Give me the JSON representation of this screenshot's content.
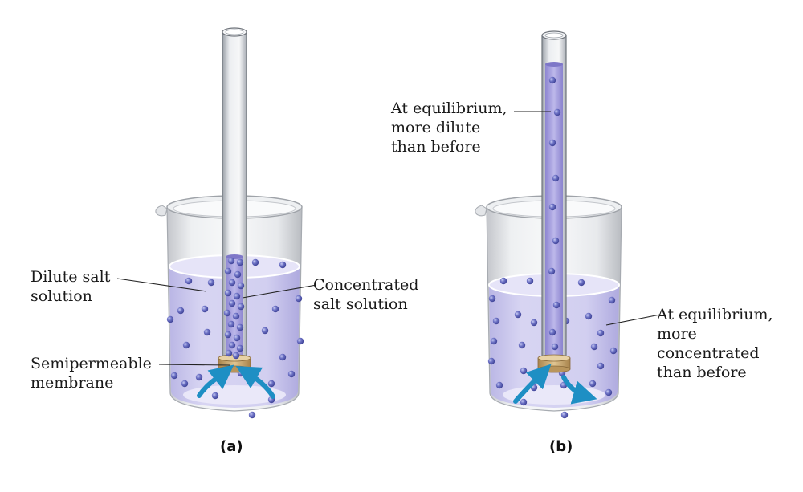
{
  "panels": [
    {
      "caption": "(a)",
      "labels": {
        "dilute": "Dilute salt\nsolution",
        "concentrated": "Concentrated\nsalt solution",
        "membrane": "Semipermeable\nmembrane"
      }
    },
    {
      "caption": "(b)",
      "labels": {
        "tube": "At equilibrium,\nmore dilute\nthan before",
        "beaker": "At equilibrium,\nmore\nconcentrated\nthan before"
      }
    }
  ],
  "colors": {
    "solution": "#c9c6ec",
    "solution_dark": "#a9a3df",
    "particle": "#5358b0",
    "arrow": "#1e8fc4",
    "membrane": "#c8a46e",
    "glass": "#d5d7db"
  }
}
